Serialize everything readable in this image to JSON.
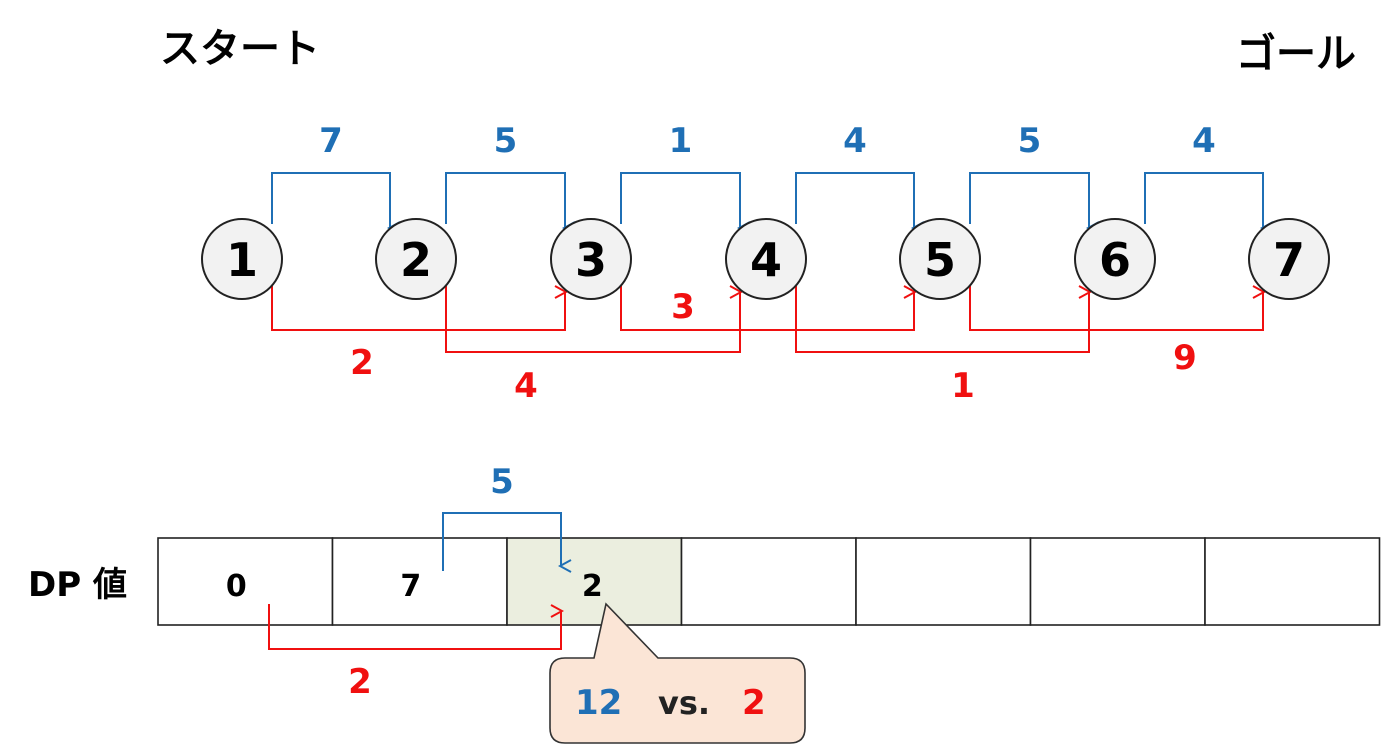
{
  "start_label": "スタート",
  "goal_label": "ゴール",
  "colors": {
    "blue": "#1f6fb5",
    "red": "#f01010",
    "node_fill": "#f2f2f2",
    "cell_highlight": "#ebeedf",
    "callout_fill": "#fbe5d6"
  },
  "nodes": [
    "1",
    "2",
    "3",
    "4",
    "5",
    "6",
    "7"
  ],
  "blue_edges": [
    {
      "from": "1",
      "to": "2",
      "cost": "7"
    },
    {
      "from": "2",
      "to": "3",
      "cost": "5"
    },
    {
      "from": "3",
      "to": "4",
      "cost": "1"
    },
    {
      "from": "4",
      "to": "5",
      "cost": "4"
    },
    {
      "from": "5",
      "to": "6",
      "cost": "5"
    },
    {
      "from": "6",
      "to": "7",
      "cost": "4"
    }
  ],
  "red_edges": [
    {
      "from": "1",
      "to": "3",
      "cost": "2"
    },
    {
      "from": "2",
      "to": "4",
      "cost": "4"
    },
    {
      "from": "3",
      "to": "5",
      "cost": "3"
    },
    {
      "from": "4",
      "to": "6",
      "cost": "1"
    },
    {
      "from": "5",
      "to": "7",
      "cost": "9"
    }
  ],
  "dp": {
    "label": "DP 値",
    "values": [
      "0",
      "7",
      "2",
      "",
      "",
      "",
      ""
    ],
    "highlight_index": 2,
    "blue_arrow": {
      "from": 1,
      "to": 2,
      "cost": "5"
    },
    "red_arrow": {
      "from": 0,
      "to": 2,
      "cost": "2"
    }
  },
  "callout": {
    "left": "12",
    "vs": "vs.",
    "right": "2"
  }
}
